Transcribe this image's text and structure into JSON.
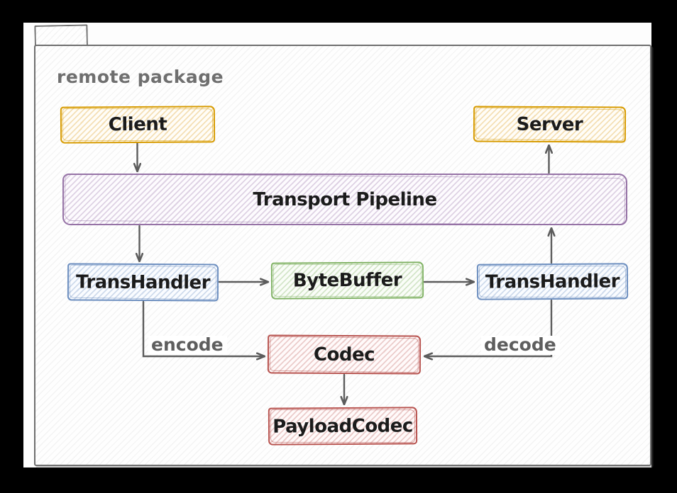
{
  "package": {
    "label": "remote package"
  },
  "nodes": [
    {
      "id": "client",
      "label": "Client",
      "color_name": "orange",
      "stroke": "#d79b00"
    },
    {
      "id": "server",
      "label": "Server",
      "color_name": "orange",
      "stroke": "#d79b00"
    },
    {
      "id": "transport-pipeline",
      "label": "Transport Pipeline",
      "color_name": "purple",
      "stroke": "#9673a6"
    },
    {
      "id": "transhandler-left",
      "label": "TransHandler",
      "color_name": "blue",
      "stroke": "#6c8ebf"
    },
    {
      "id": "bytebuffer",
      "label": "ByteBuffer",
      "color_name": "green",
      "stroke": "#82b366"
    },
    {
      "id": "transhandler-right",
      "label": "TransHandler",
      "color_name": "blue",
      "stroke": "#6c8ebf"
    },
    {
      "id": "codec",
      "label": "Codec",
      "color_name": "red",
      "stroke": "#b85450"
    },
    {
      "id": "payload-codec",
      "label": "PayloadCodec",
      "color_name": "red",
      "stroke": "#b85450"
    }
  ],
  "edges": [
    {
      "from": "client",
      "to": "transport-pipeline",
      "label": ""
    },
    {
      "from": "transport-pipeline",
      "to": "transhandler-left",
      "label": ""
    },
    {
      "from": "transhandler-left",
      "to": "bytebuffer",
      "label": ""
    },
    {
      "from": "bytebuffer",
      "to": "transhandler-right",
      "label": ""
    },
    {
      "from": "transhandler-right",
      "to": "transport-pipeline",
      "label": ""
    },
    {
      "from": "transport-pipeline",
      "to": "server",
      "label": ""
    },
    {
      "from": "transhandler-left",
      "to": "codec",
      "label": "encode"
    },
    {
      "from": "transhandler-right",
      "to": "codec",
      "label": "decode"
    },
    {
      "from": "codec",
      "to": "payload-codec",
      "label": ""
    }
  ],
  "colors": {
    "background": "#000000",
    "canvas": "#fdfdfd",
    "package_stroke": "#6e6e6e",
    "package_label_text": "#6f6f6f",
    "node_label_text": "#1b1b1b",
    "edge_stroke": "#5c5c5c",
    "edge_label_text": "#5e5e5e",
    "orange_stroke": "#d79b00",
    "purple_stroke": "#9673a6",
    "blue_stroke": "#6c8ebf",
    "green_stroke": "#82b366",
    "red_stroke": "#b85450"
  }
}
